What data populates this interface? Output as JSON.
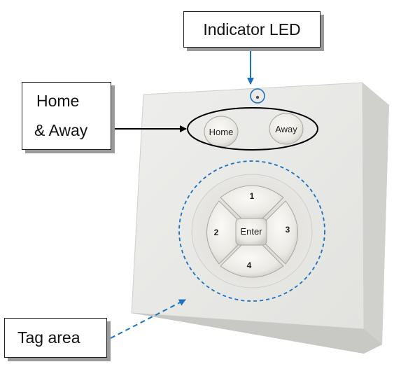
{
  "callouts": {
    "indicator_led": "Indicator LED",
    "home_away_line1": "Home",
    "home_away_line2": "& Away",
    "tag_area": "Tag area"
  },
  "buttons": {
    "home": "Home",
    "away": "Away",
    "key_1": "1",
    "key_2": "2",
    "key_3": "3",
    "key_4": "4",
    "enter": "Enter"
  },
  "colors": {
    "annotation_blue": "#1a72c0",
    "arrow_black": "#000000",
    "device_face": "#e6e6e4",
    "device_edge": "#d2d2cf",
    "button_face": "#efeeea"
  }
}
